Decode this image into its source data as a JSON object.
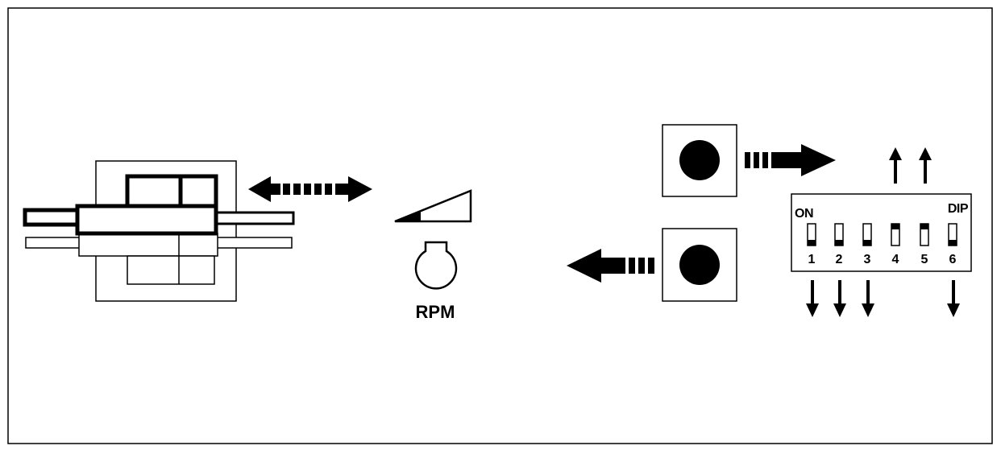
{
  "diagram": {
    "speed_label": "RPM",
    "dip": {
      "on_label": "ON",
      "dip_label": "DIP",
      "switches": [
        {
          "number": "1",
          "state": "down"
        },
        {
          "number": "2",
          "state": "down"
        },
        {
          "number": "3",
          "state": "down"
        },
        {
          "number": "4",
          "state": "up"
        },
        {
          "number": "5",
          "state": "up"
        },
        {
          "number": "6",
          "state": "down"
        }
      ]
    },
    "colors": {
      "ink": "#000000",
      "background": "#ffffff"
    },
    "icons": [
      "actuator-icon",
      "double-arrow-icon",
      "speed-ramp-icon",
      "speed-gauge-icon",
      "push-button-icon",
      "right-arrow-icon",
      "left-arrow-icon",
      "up-arrow-icon",
      "down-arrow-icon",
      "dip-switch-icon"
    ]
  }
}
